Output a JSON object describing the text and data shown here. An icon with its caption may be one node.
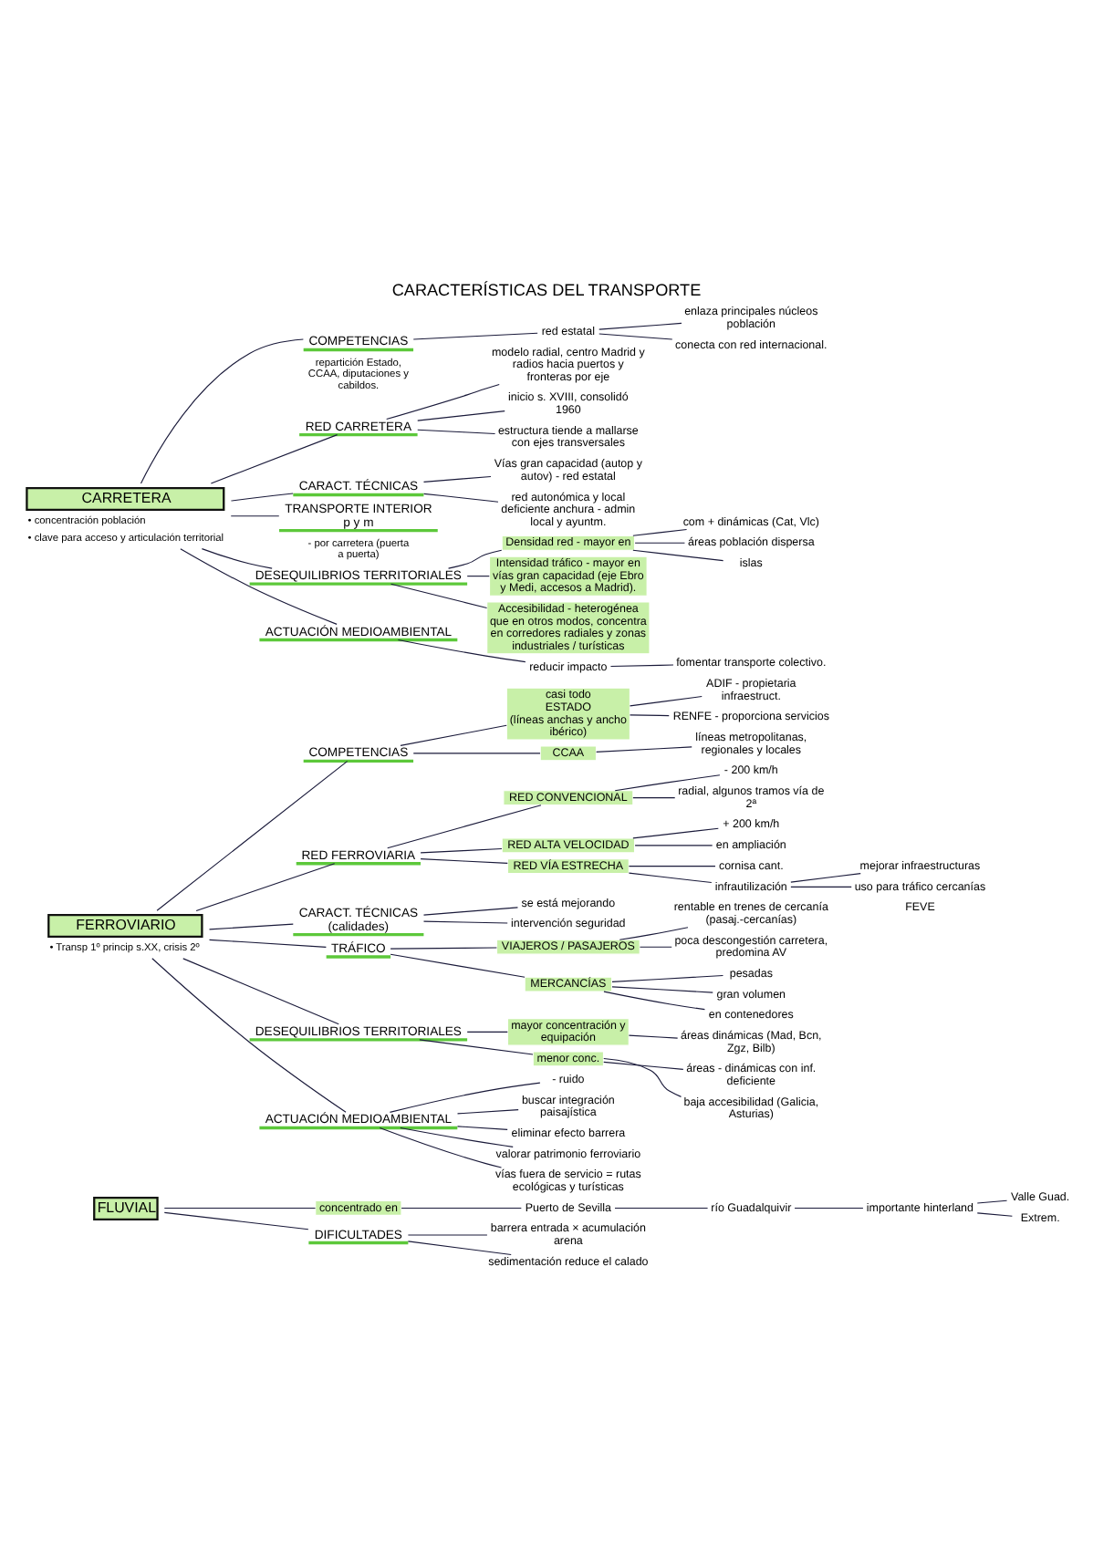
{
  "diagram": {
    "title": "CARACTERÍSTICAS DEL TRANSPORTE",
    "nodes": [
      {
        "text": [
          "CARRETERA"
        ],
        "beside": [
          "• concentración población",
          "• clave para acceso y articulación territorial"
        ]
      },
      {
        "text": [
          "COMPETENCIAS"
        ],
        "beside": [
          "repartición Estado, CCAA, diputaciones y cabildos."
        ]
      },
      {
        "text": [
          "red estatal"
        ]
      },
      {
        "text": [
          "enlaza principales núcleos población"
        ]
      },
      {
        "text": [
          "conecta con red internacional."
        ]
      },
      {
        "text": [
          "RED CARRETERA"
        ]
      },
      {
        "text": [
          "modelo radial, centro Madrid y radios hacia puertos y fronteras por eje"
        ]
      },
      {
        "text": [
          "inicio s. XVIII, consolidó 1960"
        ]
      },
      {
        "text": [
          "estructura tiende a mallarse con ejes transversales"
        ]
      },
      {
        "text": [
          "CARACT. TÉCNICAS"
        ]
      },
      {
        "text": [
          "Vías gran capacidad (autop y autov) - red estatal"
        ]
      },
      {
        "text": [
          "red autonómica y local deficiente anchura - admin local y ayuntm."
        ]
      },
      {
        "text": [
          "TRANSPORTE INTERIOR",
          "p y m"
        ],
        "beside": [
          "- por carretera (puerta a puerta)"
        ]
      },
      {
        "text": [
          "DESEQUILIBRIOS TERRITORIALES"
        ]
      },
      {
        "text": [
          "Densidad red - mayor en"
        ]
      },
      {
        "text": [
          "com + dinámicas (Cat, Vlc)"
        ]
      },
      {
        "text": [
          "áreas población dispersa"
        ]
      },
      {
        "text": [
          "islas"
        ]
      },
      {
        "text": [
          "Intensidad tráfico - mayor en vías gran capacidad (eje Ebro y Medi, accesos a Madrid)."
        ]
      },
      {
        "text": [
          "Accesibilidad - heterogénea que en otros modos, concentra en corredores radiales y zonas industriales / turísticas"
        ]
      },
      {
        "text": [
          "ACTUACIÓN MEDIOAMBIENTAL"
        ]
      },
      {
        "text": [
          "reducir impacto"
        ]
      },
      {
        "text": [
          "fomentar transporte colectivo."
        ]
      },
      {
        "text": [
          "FERROVIARIO"
        ],
        "beside": [
          "• Transp 1º princip s.XX, crisis 2º"
        ]
      },
      {
        "text": [
          "COMPETENCIAS"
        ]
      },
      {
        "text": [
          "casi todo",
          "ESTADO",
          "(líneas anchas y ancho ibérico)"
        ]
      },
      {
        "text": [
          "ADIF - propietaria infraestruct."
        ]
      },
      {
        "text": [
          "RENFE - proporciona servicios"
        ]
      },
      {
        "text": [
          "CCAA"
        ]
      },
      {
        "text": [
          "líneas metropolitanas, regionales y locales"
        ]
      },
      {
        "text": [
          "RED FERROVIARIA"
        ]
      },
      {
        "text": [
          "RED CONVENCIONAL"
        ]
      },
      {
        "text": [
          "- 200 km/h"
        ]
      },
      {
        "text": [
          "radial, algunos tramos vía de 2ª"
        ]
      },
      {
        "text": [
          "RED ALTA VELOCIDAD"
        ]
      },
      {
        "text": [
          "+ 200 km/h"
        ]
      },
      {
        "text": [
          "en ampliación"
        ]
      },
      {
        "text": [
          "RED VÍA ESTRECHA"
        ]
      },
      {
        "text": [
          "cornisa cant."
        ]
      },
      {
        "text": [
          "infrautilización"
        ]
      },
      {
        "text": [
          "mejorar infraestructuras"
        ]
      },
      {
        "text": [
          "uso para tráfico cercanías"
        ]
      },
      {
        "text": [
          "CARACT. TÉCNICAS",
          "(calidades)"
        ]
      },
      {
        "text": [
          "se está mejorando"
        ]
      },
      {
        "text": [
          "intervención seguridad"
        ]
      },
      {
        "text": [
          "TRÁFICO"
        ]
      },
      {
        "text": [
          "VIAJEROS / PASAJEROS"
        ]
      },
      {
        "text": [
          "rentable en trenes de cercanía (pasaj.-cercanías)"
        ]
      },
      {
        "text": [
          "poca descongestión carretera, predomina AV"
        ]
      },
      {
        "text": [
          "MERCANCÍAS"
        ]
      },
      {
        "text": [
          "pesadas"
        ]
      },
      {
        "text": [
          "gran volumen"
        ]
      },
      {
        "text": [
          "en contenedores"
        ]
      },
      {
        "text": [
          "DESEQUILIBRIOS TERRITORIALES"
        ]
      },
      {
        "text": [
          "mayor concentración y equipación"
        ]
      },
      {
        "text": [
          "áreas dinámicas (Mad, Bcn, Zgz, Bilb)"
        ]
      },
      {
        "text": [
          "menor conc."
        ]
      },
      {
        "text": [
          "áreas - dinámicas con inf. deficiente"
        ]
      },
      {
        "text": [
          "baja accesibilidad (Galicia, Asturias)"
        ]
      },
      {
        "text": [
          "ACTUACIÓN MEDIOAMBIENTAL"
        ]
      },
      {
        "text": [
          "- ruido"
        ]
      },
      {
        "text": [
          "buscar integración paisajística"
        ]
      },
      {
        "text": [
          "eliminar efecto barrera"
        ]
      },
      {
        "text": [
          "valorar patrimonio ferroviario"
        ]
      },
      {
        "text": [
          "vías fuera de servicio = rutas ecológicas y turísticas"
        ]
      },
      {
        "text": [
          "FLUVIAL"
        ]
      },
      {
        "text": [
          "concentrado en"
        ]
      },
      {
        "text": [
          "Puerto de Sevilla"
        ]
      },
      {
        "text": [
          "río Guadalquivir"
        ]
      },
      {
        "text": [
          "importante hinterland"
        ]
      },
      {
        "text": [
          "Valle Guad."
        ]
      },
      {
        "text": [
          "Extrem."
        ]
      },
      {
        "text": [
          "DIFICULTADES"
        ]
      },
      {
        "text": [
          "barrera entrada × acumulación arena"
        ]
      },
      {
        "text": [
          "sedimentación reduce el calado"
        ]
      }
    ],
    "edges": [
      {
        "from": 0,
        "to": 1,
        "arrow": "none"
      },
      {
        "from": 1,
        "to": 2,
        "arrow": "none"
      },
      {
        "from": 2,
        "to": 3,
        "arrow": "none"
      },
      {
        "from": 2,
        "to": 4,
        "arrow": "none"
      },
      {
        "from": 0,
        "to": 5,
        "arrow": "none"
      },
      {
        "from": 5,
        "to": 6,
        "arrow": "none"
      },
      {
        "from": 5,
        "to": 7,
        "arrow": "none"
      },
      {
        "from": 5,
        "to": 8,
        "arrow": "none"
      },
      {
        "from": 0,
        "to": 9,
        "arrow": "none"
      },
      {
        "from": 9,
        "to": 10,
        "arrow": "none"
      },
      {
        "from": 9,
        "to": 11,
        "arrow": "none"
      },
      {
        "from": 0,
        "to": 12,
        "arrow": "none"
      },
      {
        "from": 0,
        "to": 13,
        "arrow": "none"
      },
      {
        "from": 13,
        "to": 14,
        "arrow": "none"
      },
      {
        "from": 14,
        "to": 15,
        "arrow": "none"
      },
      {
        "from": 14,
        "to": 16,
        "arrow": "none"
      },
      {
        "from": 14,
        "to": 17,
        "arrow": "none"
      },
      {
        "from": 13,
        "to": 18,
        "arrow": "none"
      },
      {
        "from": 13,
        "to": 19,
        "arrow": "none"
      },
      {
        "from": 0,
        "to": 20,
        "arrow": "none"
      },
      {
        "from": 20,
        "to": 21,
        "arrow": "none"
      },
      {
        "from": 21,
        "to": 22,
        "arrow": "none"
      },
      {
        "from": 23,
        "to": 24,
        "arrow": "none"
      },
      {
        "from": 24,
        "to": 25,
        "arrow": "none"
      },
      {
        "from": 25,
        "to": 26,
        "arrow": "none"
      },
      {
        "from": 25,
        "to": 27,
        "arrow": "none"
      },
      {
        "from": 24,
        "to": 28,
        "arrow": "none"
      },
      {
        "from": 28,
        "to": 29,
        "arrow": "none"
      },
      {
        "from": 23,
        "to": 30,
        "arrow": "none"
      },
      {
        "from": 30,
        "to": 31,
        "arrow": "none"
      },
      {
        "from": 31,
        "to": 32,
        "arrow": "none"
      },
      {
        "from": 31,
        "to": 33,
        "arrow": "none"
      },
      {
        "from": 30,
        "to": 34,
        "arrow": "none"
      },
      {
        "from": 34,
        "to": 35,
        "arrow": "none"
      },
      {
        "from": 34,
        "to": 36,
        "arrow": "none"
      },
      {
        "from": 30,
        "to": 37,
        "arrow": "none"
      },
      {
        "from": 37,
        "to": 38,
        "arrow": "none"
      },
      {
        "from": 37,
        "to": 39,
        "arrow": "none"
      },
      {
        "from": 39,
        "to": 40,
        "arrow": "none"
      },
      {
        "from": 39,
        "to": 41,
        "arrow": "none"
      },
      {
        "from": 23,
        "to": 42,
        "arrow": "none"
      },
      {
        "from": 42,
        "to": 43,
        "arrow": "none"
      },
      {
        "from": 42,
        "to": 44,
        "arrow": "none"
      },
      {
        "from": 23,
        "to": 45,
        "arrow": "none"
      },
      {
        "from": 45,
        "to": 46,
        "arrow": "none"
      },
      {
        "from": 46,
        "to": 47,
        "arrow": "none"
      },
      {
        "from": 46,
        "to": 48,
        "arrow": "none"
      },
      {
        "from": 45,
        "to": 49,
        "arrow": "none"
      },
      {
        "from": 49,
        "to": 50,
        "arrow": "none"
      },
      {
        "from": 49,
        "to": 51,
        "arrow": "none"
      },
      {
        "from": 49,
        "to": 52,
        "arrow": "none"
      },
      {
        "from": 23,
        "to": 53,
        "arrow": "none"
      },
      {
        "from": 53,
        "to": 54,
        "arrow": "none"
      },
      {
        "from": 54,
        "to": 55,
        "arrow": "none"
      },
      {
        "from": 53,
        "to": 56,
        "arrow": "none"
      },
      {
        "from": 56,
        "to": 57,
        "arrow": "none"
      },
      {
        "from": 56,
        "to": 58,
        "arrow": "none"
      },
      {
        "from": 23,
        "to": 59,
        "arrow": "none"
      },
      {
        "from": 59,
        "to": 60,
        "arrow": "none"
      },
      {
        "from": 59,
        "to": 61,
        "arrow": "none"
      },
      {
        "from": 59,
        "to": 62,
        "arrow": "none"
      },
      {
        "from": 59,
        "to": 63,
        "arrow": "none"
      },
      {
        "from": 59,
        "to": 64,
        "arrow": "none"
      },
      {
        "from": 65,
        "to": 66,
        "arrow": "none"
      },
      {
        "from": 66,
        "to": 67,
        "arrow": "none"
      },
      {
        "from": 67,
        "to": 68,
        "arrow": "none"
      },
      {
        "from": 68,
        "to": 69,
        "arrow": "none"
      },
      {
        "from": 69,
        "to": 70,
        "arrow": "none"
      },
      {
        "from": 69,
        "to": 71,
        "arrow": "none"
      },
      {
        "from": 65,
        "to": 72,
        "arrow": "none"
      },
      {
        "from": 72,
        "to": 73,
        "arrow": "none"
      },
      {
        "from": 72,
        "to": 74,
        "arrow": "none"
      }
    ],
    "labels": [
      "FEVE"
    ]
  }
}
